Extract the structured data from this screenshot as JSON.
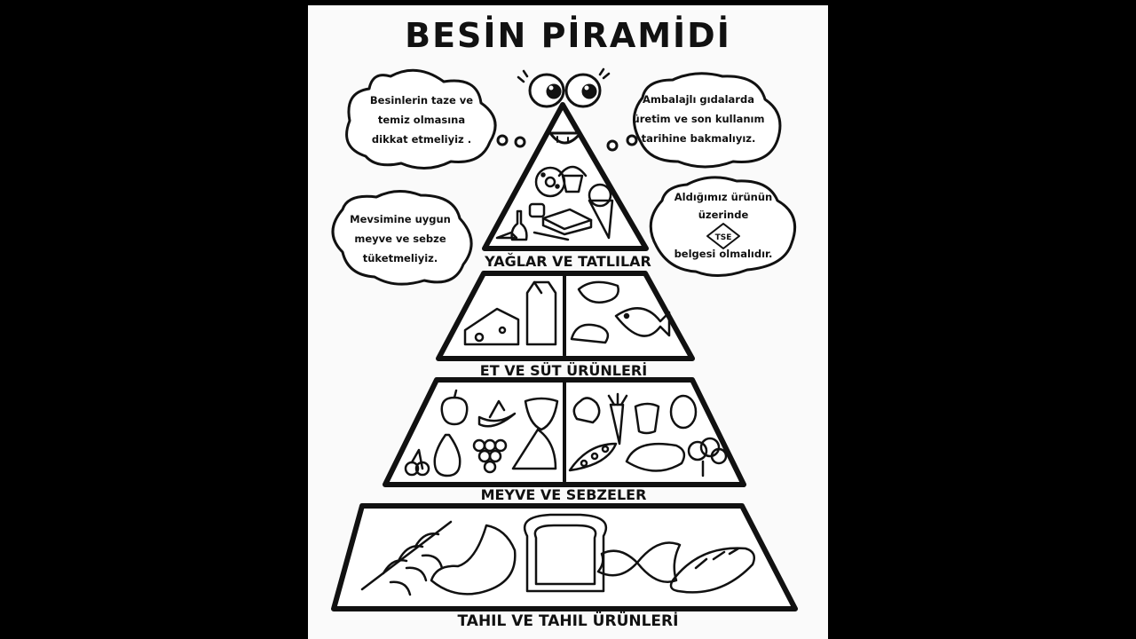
{
  "poster": {
    "title": "BESİN PİRAMİDİ",
    "tiers": [
      {
        "label": "YAĞLAR VE TATLILAR",
        "icons": [
          "donut-icon",
          "cupcake-icon",
          "ice-cream-icon",
          "cake-icon",
          "honey-jar-icon",
          "oil-bottle-icon",
          "knife-butter-icon"
        ]
      },
      {
        "label": "ET VE SÜT ÜRÜNLERİ",
        "icons": [
          "cheese-icon",
          "milk-carton-icon",
          "steak-icon",
          "fish-icon",
          "roast-chicken-icon"
        ]
      },
      {
        "label": "MEYVE VE SEBZELER",
        "icons": [
          "apple-icon",
          "banana-icon",
          "strawberry-icon",
          "pear-icon",
          "cherries-icon",
          "grapes-icon",
          "watermelon-icon",
          "lettuce-icon",
          "carrot-icon",
          "pepper-icon",
          "lemon-icon",
          "peas-icon",
          "eggplant-icon",
          "broccoli-icon"
        ]
      },
      {
        "label": "TAHIL VE TAHIL ÜRÜNLERİ",
        "icons": [
          "wheat-icon",
          "croissant-icon",
          "bread-slice-icon",
          "bow-pasta-icon",
          "baguette-icon"
        ]
      }
    ],
    "bubbles": {
      "top_left": [
        "Besinlerin taze ve",
        "temiz olmasına",
        "dikkat etmeliyiz ."
      ],
      "top_right": [
        "Ambalajlı gıdalarda",
        "üretim ve son kullanım",
        "tarihine bakmalıyız."
      ],
      "mid_left": [
        "Mevsimine uygun",
        "meyve ve sebze",
        "tüketmeliyiz."
      ],
      "mid_right": [
        "Aldığımız ürünün",
        "üzerinde",
        "belgesi olmalıdır."
      ],
      "tse_logo_text": "TSE"
    }
  }
}
